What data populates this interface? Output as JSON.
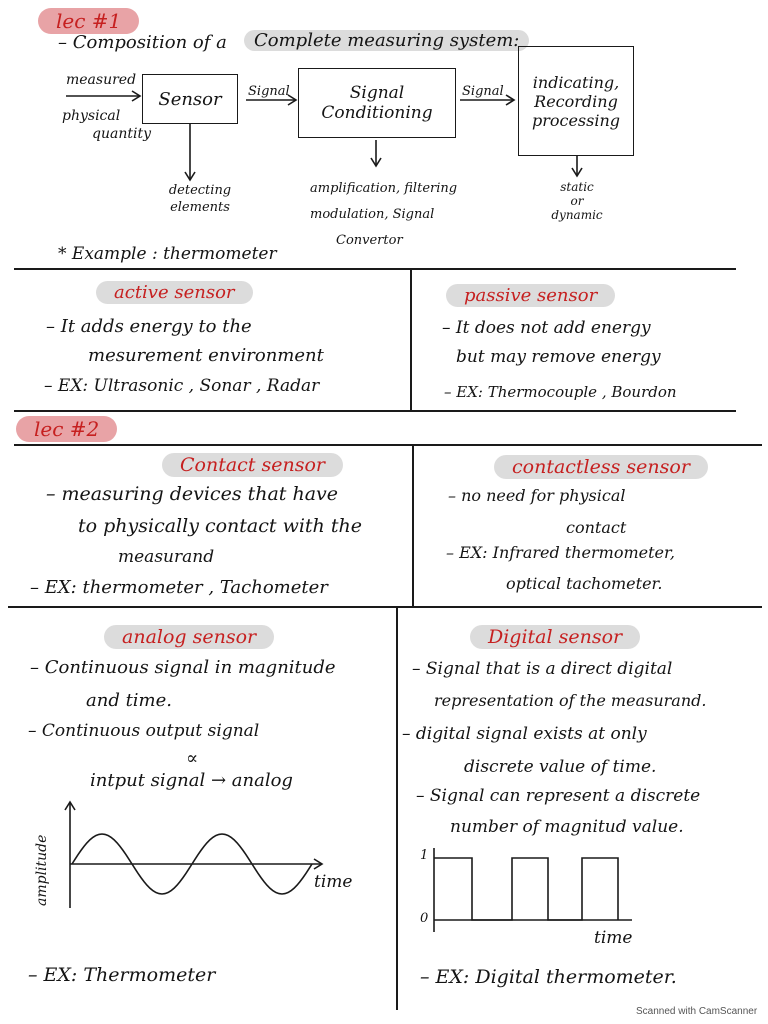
{
  "lec1": {
    "badge": "lec #1",
    "composition_prefix": "– Composition of a",
    "composition_highlight": "Complete measuring system:",
    "diagram": {
      "input_line1": "measured",
      "input_line2": "physical",
      "input_line3": "quantity",
      "sensor": "Sensor",
      "arrow1_label": "Signal",
      "conditioning_line1": "Signal",
      "conditioning_line2": "Conditioning",
      "arrow2_label": "Signal",
      "indicating_line1": "indicating,",
      "indicating_line2": "Recording",
      "indicating_line3": "processing",
      "sensor_note_line1": "detecting",
      "sensor_note_line2": "elements",
      "conditioning_note_line1": "amplification, filtering",
      "conditioning_note_line2": "modulation, Signal",
      "conditioning_note_line3": "Convertor",
      "indicating_note_line1": "static",
      "indicating_note_line2": "or",
      "indicating_note_line3": "dynamic"
    },
    "example": "* Example : thermometer"
  },
  "active": {
    "title": "active sensor",
    "line1": "– It adds energy to the",
    "line2": "mesurement environment",
    "line3": "– EX: Ultrasonic , Sonar , Radar"
  },
  "passive": {
    "title": "passive sensor",
    "line1": "– It does not add energy",
    "line2": "but may remove energy",
    "line3": "– EX: Thermocouple , Bourdon"
  },
  "lec2": {
    "badge": "lec #2"
  },
  "contact": {
    "title": "Contact sensor",
    "line1": "– measuring devices that have",
    "line2": "to physically contact with the",
    "line3": "measurand",
    "line4": "– EX: thermometer , Tachometer"
  },
  "contactless": {
    "title": "contactless sensor",
    "line1": "– no need for physical",
    "line2": "contact",
    "line3": "– EX: Infrared thermometer,",
    "line4": "optical tachometer."
  },
  "analog": {
    "title": "analog sensor",
    "line1": "– Continuous signal in magnitude",
    "line2": "and time.",
    "line3": "– Continuous output signal",
    "line4": "∝",
    "line5": "intput signal → analog",
    "ylabel": "amplitude",
    "xlabel": "time",
    "example": "– EX: Thermometer"
  },
  "digital": {
    "title": "Digital sensor",
    "line1": "– Signal that is a direct digital",
    "line2": "representation of the measurand.",
    "line3": "– digital signal exists at only",
    "line4": "discrete value of time.",
    "line5": "– Signal can represent a discrete",
    "line6": "number of magnitud value.",
    "tick_high": "1",
    "tick_low": "0",
    "xlabel": "time",
    "example": "– EX: Digital thermometer."
  },
  "footer": {
    "scanned": "Scanned with CamScanner"
  },
  "icons": {
    "arrows": "right-arrow-icon",
    "down_arrows": "down-arrow-icon"
  }
}
